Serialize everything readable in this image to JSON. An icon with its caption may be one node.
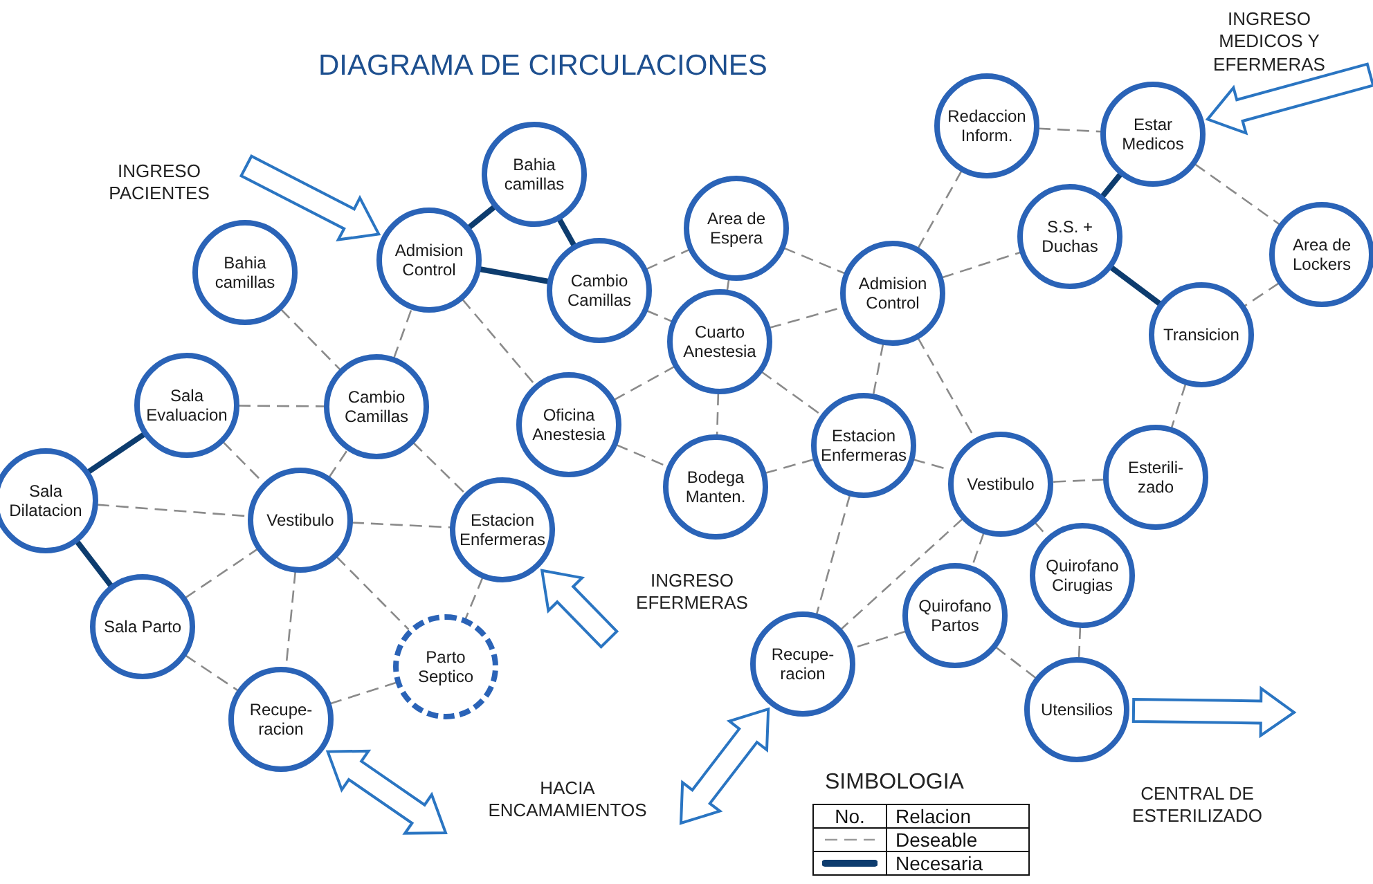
{
  "diagram": {
    "title": "DIAGRAMA DE CIRCULACIONES",
    "nodes": [
      {
        "text": [
          "Bahia camillas"
        ]
      },
      {
        "text": [
          "Sala Evaluacion"
        ]
      },
      {
        "text": [
          "Sala Dilatacion"
        ]
      },
      {
        "text": [
          "Sala Parto"
        ]
      },
      {
        "text": [
          "Vestibulo"
        ]
      },
      {
        "text": [
          "Cambio Camillas"
        ]
      },
      {
        "text": [
          "Admision Control"
        ]
      },
      {
        "text": [
          "Bahia camillas"
        ]
      },
      {
        "text": [
          "Cambio Camillas"
        ]
      },
      {
        "text": [
          "Oficina Anestesia"
        ]
      },
      {
        "text": [
          "Estacion Enfermeras"
        ]
      },
      {
        "text": [
          "Parto Septico"
        ]
      },
      {
        "text": [
          "Recupe- racion"
        ]
      },
      {
        "text": [
          "Area de Espera"
        ]
      },
      {
        "text": [
          "Cuarto Anestesia"
        ]
      },
      {
        "text": [
          "Bodega Manten."
        ]
      },
      {
        "text": [
          "Admision Control"
        ]
      },
      {
        "text": [
          "Estacion Enfermeras"
        ]
      },
      {
        "text": [
          "Redaccion Inform."
        ]
      },
      {
        "text": [
          "Estar Medicos"
        ]
      },
      {
        "text": [
          "S.S. + Duchas"
        ]
      },
      {
        "text": [
          "Area de Lockers"
        ]
      },
      {
        "text": [
          "Transicion"
        ]
      },
      {
        "text": [
          "Esterili- zado"
        ]
      },
      {
        "text": [
          "Vestibulo"
        ]
      },
      {
        "text": [
          "Quirofano Cirugias"
        ]
      },
      {
        "text": [
          "Quirofano Partos"
        ]
      },
      {
        "text": [
          "Recupe- racion"
        ]
      },
      {
        "text": [
          "Utensilios"
        ]
      }
    ],
    "edges": [
      {
        "from": 0,
        "to": 5,
        "arrow": "none",
        "style": "dashed"
      },
      {
        "from": 1,
        "to": 5,
        "arrow": "none",
        "style": "dashed"
      },
      {
        "from": 1,
        "to": 4,
        "arrow": "none",
        "style": "dashed"
      },
      {
        "from": 1,
        "to": 2,
        "arrow": "none",
        "style": "thick",
        "color": "#0d3c6e"
      },
      {
        "from": 2,
        "to": 4,
        "arrow": "none",
        "style": "dashed"
      },
      {
        "from": 2,
        "to": 3,
        "arrow": "none",
        "style": "thick",
        "color": "#0d3c6e"
      },
      {
        "from": 3,
        "to": 4,
        "arrow": "none",
        "style": "dashed"
      },
      {
        "from": 3,
        "to": 12,
        "arrow": "none",
        "style": "dashed"
      },
      {
        "from": 4,
        "to": 5,
        "arrow": "none",
        "style": "dashed"
      },
      {
        "from": 4,
        "to": 10,
        "arrow": "none",
        "style": "dashed"
      },
      {
        "from": 4,
        "to": 12,
        "arrow": "none",
        "style": "dashed"
      },
      {
        "from": 4,
        "to": 11,
        "arrow": "none",
        "style": "dashed"
      },
      {
        "from": 5,
        "to": 6,
        "arrow": "none",
        "style": "dashed"
      },
      {
        "from": 5,
        "to": 10,
        "arrow": "none",
        "style": "dashed"
      },
      {
        "from": 6,
        "to": 7,
        "arrow": "none",
        "style": "thick",
        "color": "#0d3c6e"
      },
      {
        "from": 6,
        "to": 8,
        "arrow": "none",
        "style": "thick",
        "color": "#0d3c6e"
      },
      {
        "from": 7,
        "to": 8,
        "arrow": "none",
        "style": "thick",
        "color": "#0d3c6e"
      },
      {
        "from": 6,
        "to": 9,
        "arrow": "none",
        "style": "dashed"
      },
      {
        "from": 10,
        "to": 11,
        "arrow": "none",
        "style": "dashed"
      },
      {
        "from": 11,
        "to": 12,
        "arrow": "none",
        "style": "dashed"
      },
      {
        "from": 8,
        "to": 13,
        "arrow": "none",
        "style": "dashed"
      },
      {
        "from": 8,
        "to": 14,
        "arrow": "none",
        "style": "dashed"
      },
      {
        "from": 9,
        "to": 14,
        "arrow": "none",
        "style": "dashed"
      },
      {
        "from": 9,
        "to": 15,
        "arrow": "none",
        "style": "dashed"
      },
      {
        "from": 13,
        "to": 14,
        "arrow": "none",
        "style": "dashed"
      },
      {
        "from": 13,
        "to": 16,
        "arrow": "none",
        "style": "dashed"
      },
      {
        "from": 14,
        "to": 16,
        "arrow": "none",
        "style": "dashed"
      },
      {
        "from": 14,
        "to": 15,
        "arrow": "none",
        "style": "dashed"
      },
      {
        "from": 14,
        "to": 17,
        "arrow": "none",
        "style": "dashed"
      },
      {
        "from": 15,
        "to": 17,
        "arrow": "none",
        "style": "dashed"
      },
      {
        "from": 16,
        "to": 17,
        "arrow": "none",
        "style": "dashed"
      },
      {
        "from": 16,
        "to": 18,
        "arrow": "none",
        "style": "dashed"
      },
      {
        "from": 16,
        "to": 20,
        "arrow": "none",
        "style": "dashed"
      },
      {
        "from": 16,
        "to": 24,
        "arrow": "none",
        "style": "dashed"
      },
      {
        "from": 17,
        "to": 24,
        "arrow": "none",
        "style": "dashed"
      },
      {
        "from": 17,
        "to": 27,
        "arrow": "none",
        "style": "dashed"
      },
      {
        "from": 18,
        "to": 19,
        "arrow": "none",
        "style": "dashed"
      },
      {
        "from": 19,
        "to": 20,
        "arrow": "none",
        "style": "thick",
        "color": "#0d3c6e"
      },
      {
        "from": 19,
        "to": 21,
        "arrow": "none",
        "style": "dashed"
      },
      {
        "from": 20,
        "to": 22,
        "arrow": "none",
        "style": "thick",
        "color": "#0d3c6e"
      },
      {
        "from": 21,
        "to": 22,
        "arrow": "none",
        "style": "dashed"
      },
      {
        "from": 22,
        "to": 23,
        "arrow": "none",
        "style": "dashed"
      },
      {
        "from": 23,
        "to": 24,
        "arrow": "none",
        "style": "dashed"
      },
      {
        "from": 24,
        "to": 27,
        "arrow": "none",
        "style": "dashed"
      },
      {
        "from": 24,
        "to": 26,
        "arrow": "none",
        "style": "dashed"
      },
      {
        "from": 24,
        "to": 25,
        "arrow": "none",
        "style": "dashed"
      },
      {
        "from": 26,
        "to": 27,
        "arrow": "none",
        "style": "dashed"
      },
      {
        "from": 26,
        "to": 28,
        "arrow": "none",
        "style": "dashed"
      },
      {
        "from": 25,
        "to": 28,
        "arrow": "none",
        "style": "dashed"
      },
      {
        "from": null,
        "to": 6,
        "arrow": "to"
      },
      {
        "from": null,
        "to": 19,
        "arrow": "to"
      },
      {
        "from": null,
        "to": 10,
        "arrow": "to"
      },
      {
        "from": 12,
        "to": null,
        "arrow": "both"
      },
      {
        "from": 27,
        "to": null,
        "arrow": "both"
      },
      {
        "from": 28,
        "to": null,
        "arrow": "to"
      }
    ],
    "labels": [
      "INGRESO MEDICOS Y EFERMERAS",
      "INGRESO PACIENTES",
      "INGRESO EFERMERAS",
      "HACIA ENCAMAMIENTOS",
      "CENTRAL DE ESTERILIZADO",
      "SIMBOLOGIA",
      "No.",
      "Relacion"
    ],
    "legend": [
      {
        "text": "Deseable"
      },
      {
        "text": "Necesaria"
      }
    ]
  }
}
